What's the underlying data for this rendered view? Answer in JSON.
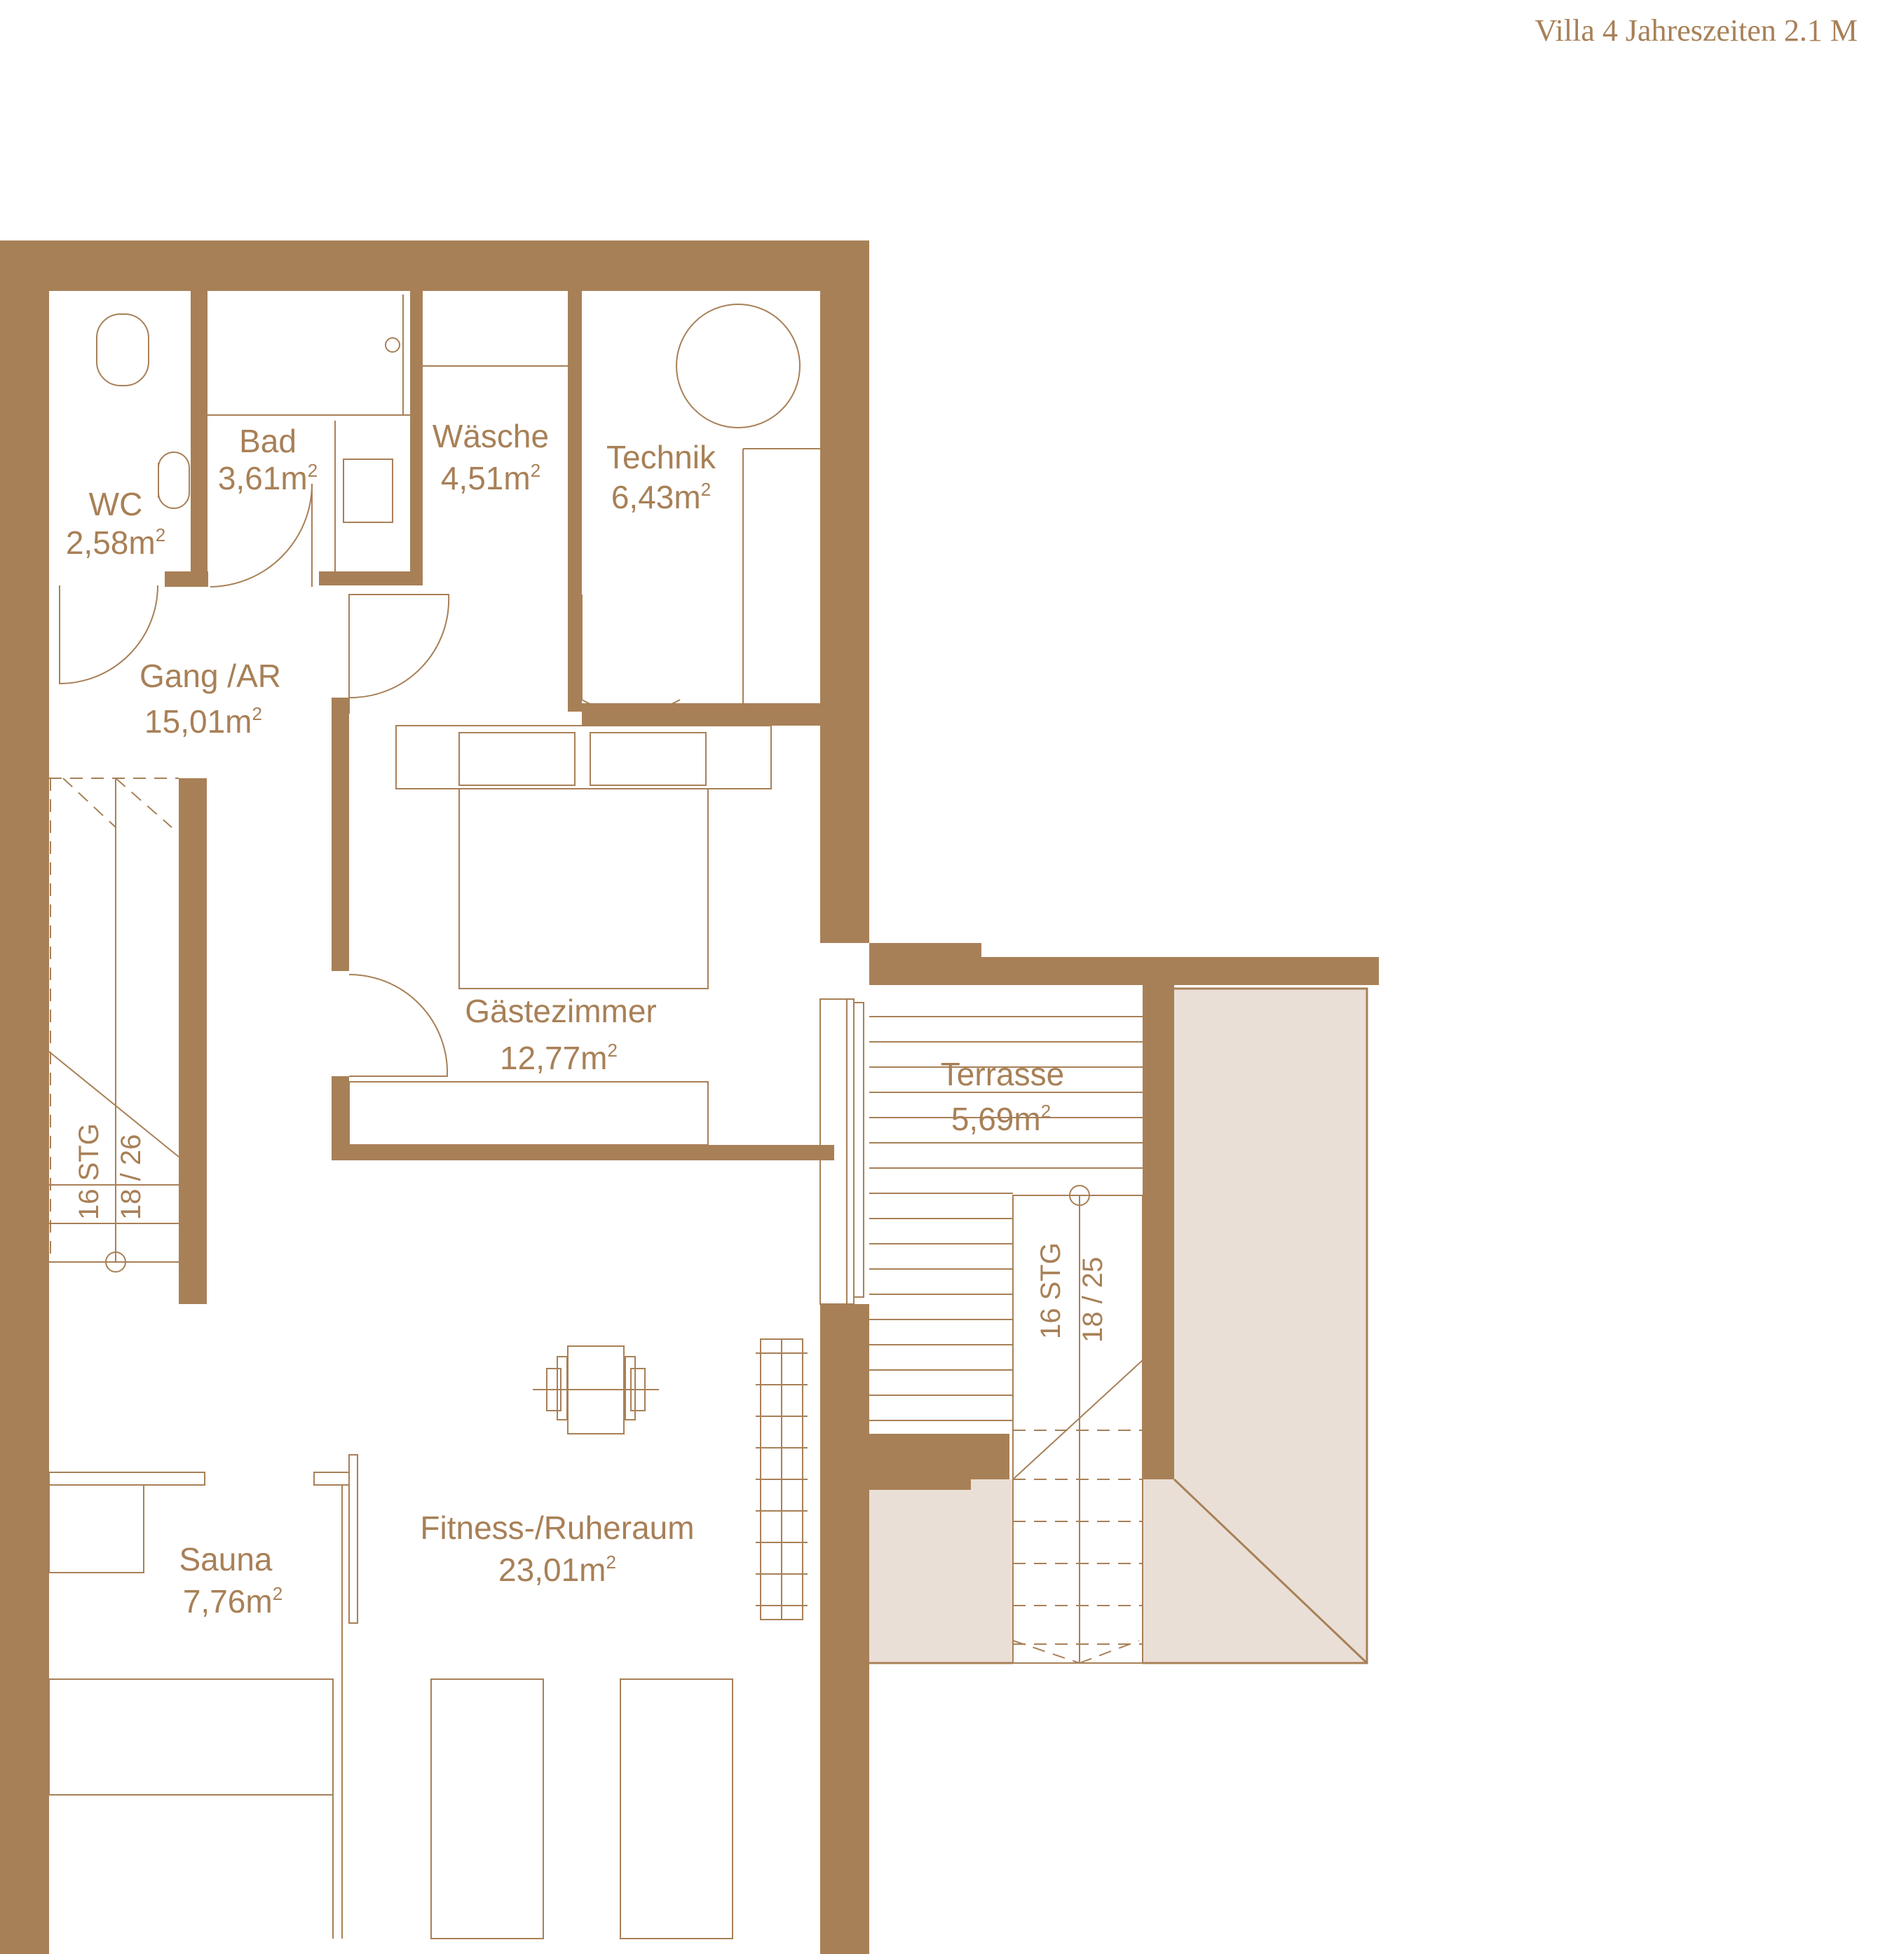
{
  "header": {
    "title": "Villa 4 Jahreszeiten 2.1 M"
  },
  "colors": {
    "wall": "#a88057",
    "line": "#a88057",
    "text": "#a88057",
    "shade": "#eadfd6",
    "background": "#ffffff"
  },
  "rooms": [
    {
      "id": "wc",
      "name": "WC",
      "area": "2,58m",
      "sup": "2"
    },
    {
      "id": "bad",
      "name": "Bad",
      "area": "3,61m",
      "sup": "2"
    },
    {
      "id": "waesche",
      "name": "Wäsche",
      "area": "4,51m",
      "sup": "2"
    },
    {
      "id": "technik",
      "name": "Technik",
      "area": "6,43m",
      "sup": "2"
    },
    {
      "id": "gang",
      "name": "Gang /AR",
      "area": "15,01m",
      "sup": "2"
    },
    {
      "id": "gaestezimmer",
      "name": "Gästezimmer",
      "area": "12,77m",
      "sup": "2"
    },
    {
      "id": "terrasse",
      "name": "Terrasse",
      "area": "5,69m",
      "sup": "2"
    },
    {
      "id": "fitness",
      "name": "Fitness-/Ruheraum",
      "area": "23,01m",
      "sup": "2"
    },
    {
      "id": "sauna",
      "name": "Sauna",
      "area": "7,76m",
      "sup": "2"
    }
  ],
  "stairs": [
    {
      "id": "stairs-left",
      "steps": "16 STG",
      "ratio": "18 / 26"
    },
    {
      "id": "stairs-right",
      "steps": "16 STG",
      "ratio": "18 / 25"
    }
  ]
}
